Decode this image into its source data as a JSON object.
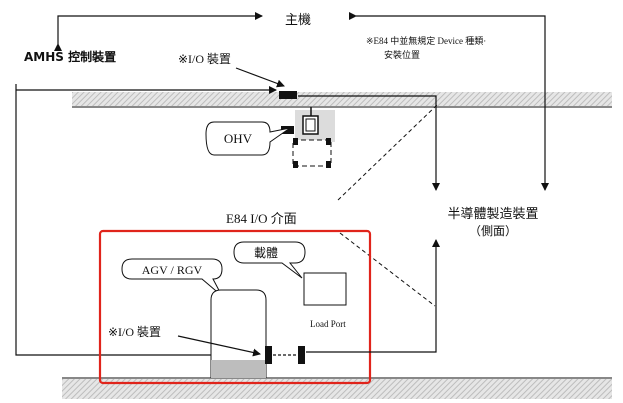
{
  "labels": {
    "host": "主機",
    "amhs": "AMHS 控制裝置",
    "io_device_top": "※I/O 裝置",
    "note_line1": "※E84 中並無規定 Device 種類·",
    "note_line2": "安裝位置",
    "ohv": "OHV",
    "e84_interface": "E84 I/O 介面",
    "equipment_line1": "半導體製造裝置",
    "equipment_line2": "（側面）",
    "carrier": "載體",
    "agv_rgv": "AGV / RGV",
    "load_port": "Load Port",
    "io_device_bottom": "※I/O 裝置"
  },
  "colors": {
    "highlight_frame": "#e0241b",
    "rail_hatch": "#d8d8d8",
    "line": "#111111",
    "agv_base": "#bdbdbd"
  }
}
